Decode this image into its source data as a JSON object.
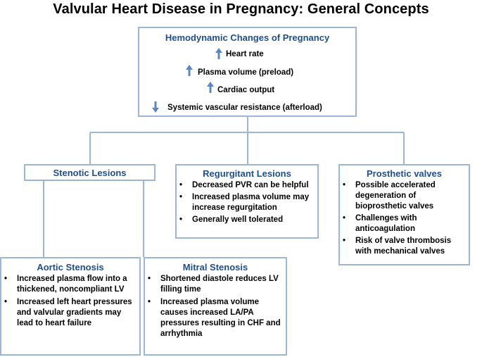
{
  "title": "Valvular Heart Disease in Pregnancy: General Concepts",
  "colors": {
    "box_border": "#9cb6d8",
    "heading": "#1f4e8c",
    "arrow": "#5b87c5",
    "connector": "#9cb6d8"
  },
  "hemodynamic": {
    "title": "Hemodynamic Changes of Pregnancy",
    "rows": [
      {
        "direction": "up",
        "label": "Heart rate"
      },
      {
        "direction": "up",
        "label": "Plasma volume (preload)"
      },
      {
        "direction": "up",
        "label": "Cardiac output"
      },
      {
        "direction": "down",
        "label": "Systemic vascular resistance (afterload)"
      }
    ]
  },
  "stenotic": {
    "title": "Stenotic Lesions"
  },
  "regurgitant": {
    "title": "Regurgitant Lesions",
    "bullets": [
      "Decreased PVR can be helpful",
      "Increased plasma volume may increase regurgitation",
      "Generally well tolerated"
    ]
  },
  "prosthetic": {
    "title": "Prosthetic valves",
    "bullets": [
      "Possible accelerated degeneration of bioprosthetic valves",
      "Challenges with anticoagulation",
      "Risk of valve thrombosis with mechanical valves"
    ]
  },
  "aortic": {
    "title": "Aortic Stenosis",
    "bullets": [
      "Increased plasma flow into a thickened, noncompliant LV",
      "Increased left heart pressures and valvular gradients may lead to heart failure"
    ]
  },
  "mitral": {
    "title": "Mitral Stenosis",
    "bullets": [
      "Shortened diastole reduces LV filling time",
      "Increased plasma volume causes increased LA/PA pressures resulting in CHF and arrhythmia"
    ]
  }
}
